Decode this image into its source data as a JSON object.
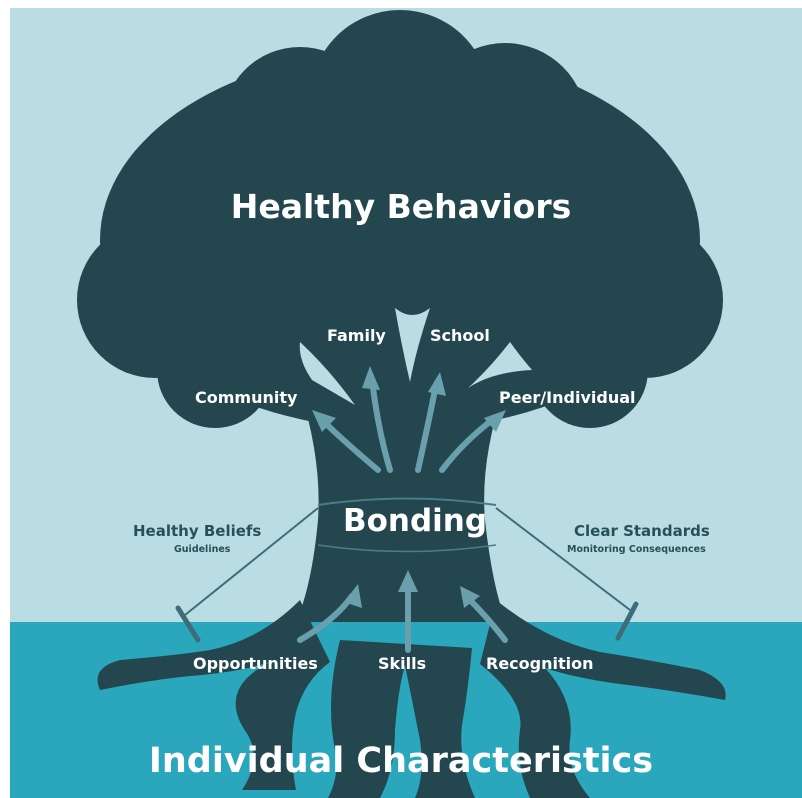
{
  "diagram": {
    "title": "Healthy Behaviors",
    "branches": {
      "family": "Family",
      "school": "School",
      "community": "Community",
      "peer_individual": "Peer/Individual"
    },
    "center": "Bonding",
    "left_side": {
      "heading": "Healthy Beliefs",
      "sub": "Guidelines"
    },
    "right_side": {
      "heading": "Clear Standards",
      "sub": "Monitoring Consequences"
    },
    "roots": {
      "opportunities": "Opportunities",
      "skills": "Skills",
      "recognition": "Recognition"
    },
    "ground_label": "Individual Characteristics",
    "colors": {
      "sky": "#b9dde2",
      "ground": "#2aa6bd",
      "tree": "#24474f",
      "accent": "#6aa0ad"
    }
  }
}
